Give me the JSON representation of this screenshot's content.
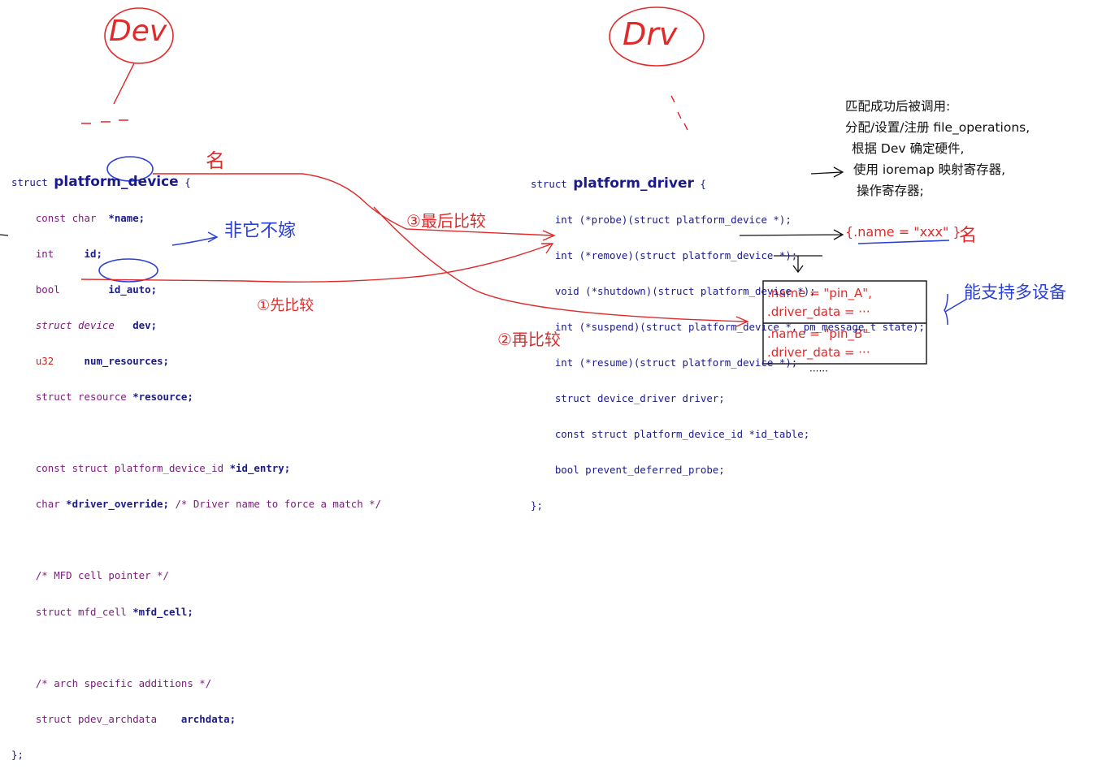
{
  "labels": {
    "dev": "Dev",
    "drv": "Drv",
    "name_mark_left": "名",
    "name_mark_right": "名",
    "not_married": "非它不嫁",
    "step1": "①先比较",
    "step2": "②再比较",
    "step3": "③最后比较",
    "supports_devices": "能支持多设备",
    "driver_name_value": "{.name = \"xxx\" }"
  },
  "notes": {
    "line1": "匹配成功后被调用:",
    "line2": "分配/设置/注册 file_operations,",
    "line3": "根据 Dev 确定硬件,",
    "line4": "使用 ioremap 映射寄存器,",
    "line5": "操作寄存器;"
  },
  "id_table": {
    "rows": [
      {
        "name": ".name = \"pin_A\",",
        "data": ".driver_data = ···"
      },
      {
        "name": ".name = \"pin_B\"",
        "data": ".driver_data = ···"
      }
    ],
    "more": "······"
  },
  "platform_device": {
    "kw": "struct",
    "name": "platform_device",
    "brace": "{",
    "close": "};",
    "fields": [
      {
        "type": "const char",
        "member": "*name;"
      },
      {
        "type": "int",
        "member": "id;"
      },
      {
        "type": "bool",
        "member": "id_auto;"
      },
      {
        "type": "struct device",
        "member": "dev;"
      },
      {
        "type": "u32",
        "member": "num_resources;"
      },
      {
        "type": "struct resource",
        "member": "*resource;"
      },
      {
        "type": "const struct platform_device_id",
        "member": "*id_entry;"
      },
      {
        "type": "char",
        "member": "*driver_override;",
        "comment": "/* Driver name to force a match */"
      },
      {
        "comment": "/* MFD cell pointer */"
      },
      {
        "type": "struct mfd_cell",
        "member": "*mfd_cell;"
      },
      {
        "comment": "/* arch specific additions */"
      },
      {
        "type": "struct pdev_archdata",
        "member": "archdata;"
      }
    ]
  },
  "platform_driver": {
    "kw": "struct",
    "name": "platform_driver",
    "brace": "{",
    "close": "};",
    "fields": [
      "int (*probe)(struct platform_device *);",
      "int (*remove)(struct platform_device *);",
      "void (*shutdown)(struct platform_device *);",
      "int (*suspend)(struct platform_device *, pm_message_t state);",
      "int (*resume)(struct platform_device *);",
      "struct device_driver driver;",
      "const struct platform_device_id *id_table;",
      "bool prevent_deferred_probe;"
    ]
  }
}
